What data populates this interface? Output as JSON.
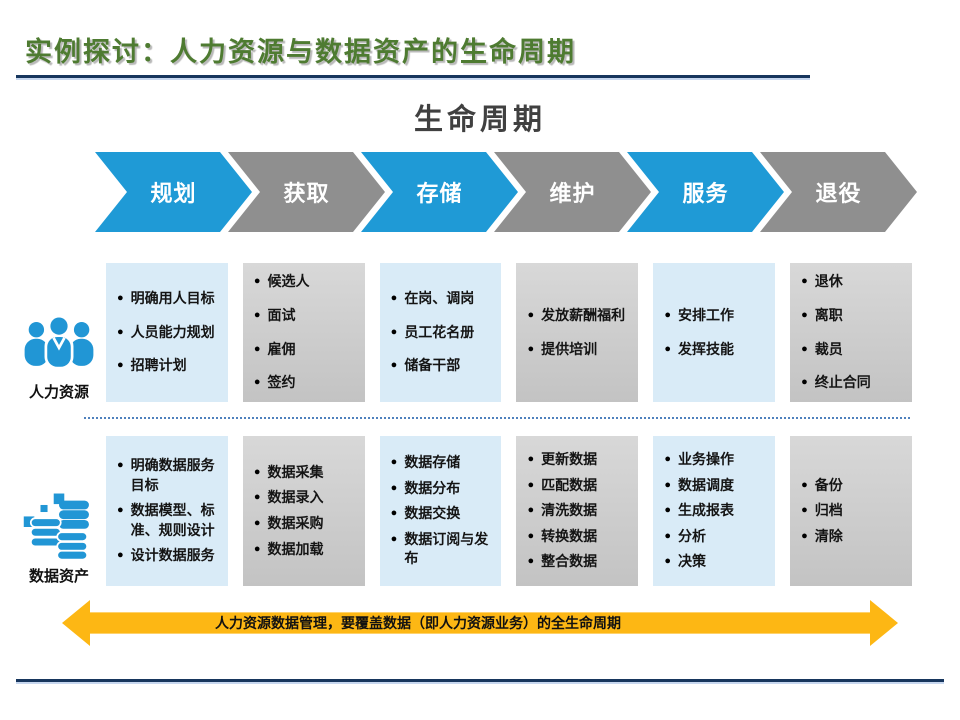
{
  "title": "实例探讨：人力资源与数据资产的生命周期",
  "subtitle": "生命周期",
  "stages": [
    {
      "label": "规划",
      "color": "#1f9ad6"
    },
    {
      "label": "获取",
      "color": "#8f8f8f"
    },
    {
      "label": "存储",
      "color": "#1f9ad6"
    },
    {
      "label": "维护",
      "color": "#8f8f8f"
    },
    {
      "label": "服务",
      "color": "#1f9ad6"
    },
    {
      "label": "退役",
      "color": "#8f8f8f"
    }
  ],
  "rows": [
    {
      "name": "人力资源",
      "icon": "people-group-icon",
      "boxes": [
        {
          "style": "blue",
          "items": [
            "明确用人目标",
            "人员能力规划",
            "招聘计划"
          ]
        },
        {
          "style": "gray",
          "items": [
            "候选人",
            "面试",
            "雇佣",
            "签约"
          ]
        },
        {
          "style": "blue",
          "items": [
            "在岗、调岗",
            "员工花名册",
            "储备干部"
          ]
        },
        {
          "style": "gray",
          "items": [
            "发放薪酬福利",
            "提供培训"
          ]
        },
        {
          "style": "blue",
          "items": [
            "安排工作",
            "发挥技能"
          ]
        },
        {
          "style": "gray",
          "items": [
            "退休",
            "离职",
            "裁员",
            "终止合同"
          ]
        }
      ]
    },
    {
      "name": "数据资产",
      "icon": "database-icon",
      "boxes": [
        {
          "style": "blue",
          "items": [
            "明确数据服务目标",
            "数据模型、标准、规则设计",
            "设计数据服务"
          ]
        },
        {
          "style": "gray",
          "items": [
            "数据采集",
            "数据录入",
            "数据采购",
            "数据加载"
          ]
        },
        {
          "style": "blue",
          "items": [
            "数据存储",
            "数据分布",
            "数据交换",
            "数据订阅与发布"
          ]
        },
        {
          "style": "gray",
          "items": [
            "更新数据",
            "匹配数据",
            "清洗数据",
            "转换数据",
            "整合数据"
          ]
        },
        {
          "style": "blue",
          "items": [
            "业务操作",
            "数据调度",
            "生成报表",
            "分析",
            "决策"
          ]
        },
        {
          "style": "gray",
          "items": [
            "备份",
            "归档",
            "清除"
          ]
        }
      ]
    }
  ],
  "bottom_arrow": {
    "label": "人力资源数据管理，要覆盖数据（即人力资源业务）的全生命周期",
    "color": "#fdb714"
  },
  "colors": {
    "title_green": "#4e7b31",
    "rule_navy": "#17365d",
    "stage_blue": "#1f9ad6",
    "stage_gray": "#8f8f8f",
    "box_blue": "#d9ebf7",
    "box_gray": "#cccccc",
    "icon_blue": "#2196d5",
    "divider_dotted_blue": "#4f81bd",
    "arrow_yellow": "#fdb714"
  }
}
